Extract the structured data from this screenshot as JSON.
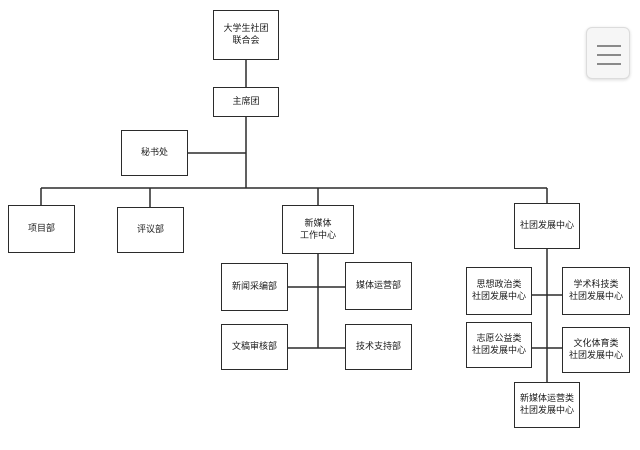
{
  "nodes": {
    "union": "大学生社团\n联合会",
    "presidium": "主席团",
    "secretariat": "秘书处",
    "project_dept": "项目部",
    "review_dept": "评议部",
    "new_media_center": "新媒体\n工作中心",
    "club_dev_center": "社团发展中心",
    "news_dept": "新闻采编部",
    "media_ops_dept": "媒体运营部",
    "copy_review_dept": "文稿审核部",
    "tech_support_dept": "技术支持部",
    "ideology_center": "思想政治类\n社团发展中心",
    "academic_center": "学术科技类\n社团发展中心",
    "volunteer_center": "志愿公益类\n社团发展中心",
    "culture_sports_center": "文化体育类\n社团发展中心",
    "new_media_ops_center": "新媒体运营类\n社团发展中心"
  },
  "menu": {
    "icon": "hamburger-menu-icon"
  }
}
